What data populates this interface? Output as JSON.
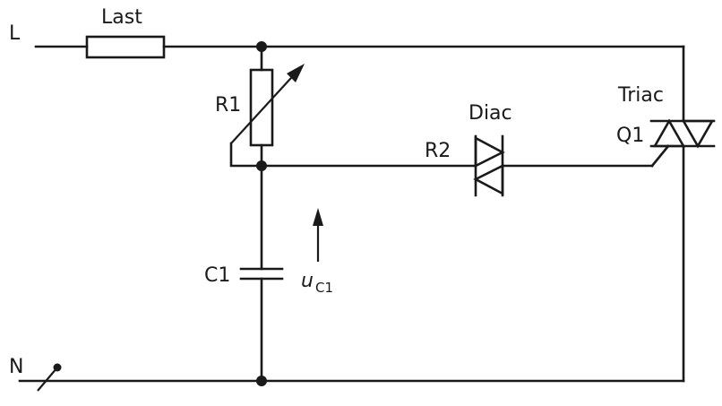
{
  "labels": {
    "line": "L",
    "neutral": "N",
    "load": "Last",
    "r1": "R1",
    "r2": "R2",
    "c1": "C1",
    "diac": "Diac",
    "triac": "Triac",
    "q1": "Q1",
    "voltage_symbol": "u",
    "voltage_subscript": "C1"
  }
}
